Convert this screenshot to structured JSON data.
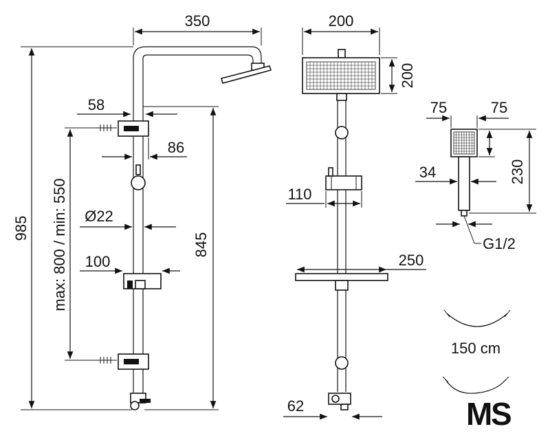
{
  "dimensions": {
    "arm_length": "350",
    "head_width": "200",
    "head_height": "200",
    "hand_width_a": "75",
    "hand_width_b": "75",
    "holder_depth": "58",
    "holder_offset": "86",
    "total_height": "985",
    "bracket_spacing": "max: 800 / min: 550",
    "bar_height": "845",
    "tube_diameter": "Ø22",
    "slider_width": "100",
    "diverter_width": "110",
    "shelf_width": "250",
    "handle_diameter": "34",
    "hand_length": "230",
    "thread": "G1/2",
    "hose_length": "150 cm",
    "inlet_width": "62"
  },
  "logo": {
    "text_m": "M",
    "text_s": "S",
    "color_m": "#2db34a",
    "color_s": "#1f5fa8"
  },
  "colors": {
    "line": "#111111",
    "background": "#ffffff"
  }
}
